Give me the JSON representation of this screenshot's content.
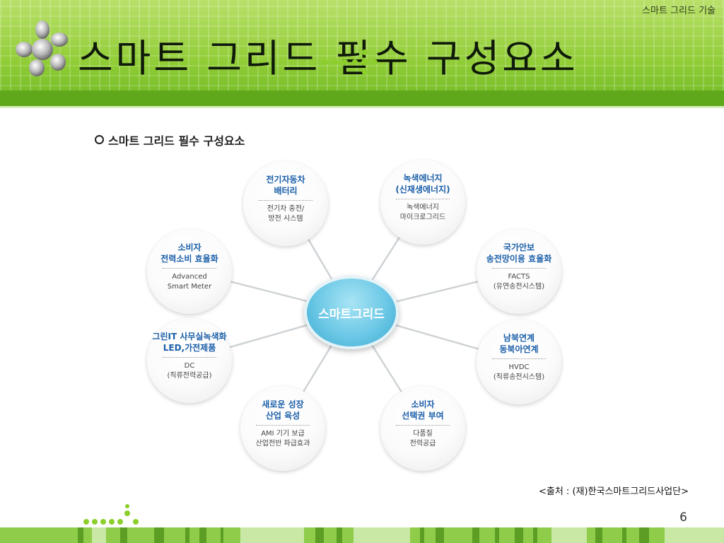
{
  "header": {
    "top_caption": "스마트 그리드 기술",
    "title": "스마트 그리드 필수 구성요소"
  },
  "section": {
    "heading": "스마트 그리드 필수 구성요소"
  },
  "diagram": {
    "center": "스마트그리드",
    "nodes": [
      {
        "id": "battery",
        "title": "전기자동차\n배터리",
        "desc": "전기차 충전/\n방전 시스템"
      },
      {
        "id": "green-energy",
        "title": "녹색에너지\n(신재생에너지)",
        "desc": "녹색에너지\n마이크로그리드"
      },
      {
        "id": "consumer-efficiency",
        "title": "소비자\n전력소비 효율화",
        "desc": "Advanced\nSmart Meter"
      },
      {
        "id": "national-security",
        "title": "국가안보\n송전망이용 효율화",
        "desc": "FACTS\n(유연송전시스템)"
      },
      {
        "id": "green-it",
        "title": "그린IT 사무실녹색화\nLED,가전제품",
        "desc": "DC\n(직류전력공급)"
      },
      {
        "id": "inter-korea",
        "title": "남북연계\n동북아연계",
        "desc": "HVDC\n(직류송전시스템)"
      },
      {
        "id": "new-growth",
        "title": "새로운 성장\n산업 육성",
        "desc": "AMI 기기 보급\n산업전반 파급효과"
      },
      {
        "id": "consumer-choice",
        "title": "소비자\n선택권 부여",
        "desc": "다품질\n전력공급"
      }
    ]
  },
  "source": "<출처 : (재)한국스마트그리드사업단>",
  "page_number": "6",
  "colors": {
    "header_green": "#8fcc35",
    "node_title_blue": "#1a5ea8",
    "center_blue": "#6cc8e6",
    "accent_dot_green": "#8ccf2a"
  }
}
